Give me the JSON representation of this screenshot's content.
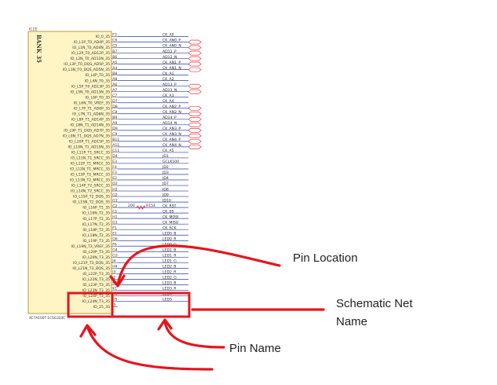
{
  "part_ref": "IC1E",
  "bank_label": "BANK 35",
  "part_number": "XC7A100T-1CSG324C",
  "rows": [
    {
      "pin_name": "IO_0_35",
      "pin_loc": "F3",
      "net": "CK_A0"
    },
    {
      "pin_name": "IO_L1P_T0_AD4P_35",
      "pin_loc": "C6",
      "net": "CK_AN0_P"
    },
    {
      "pin_name": "IO_L1N_T0_AD4N_35",
      "pin_loc": "C5",
      "net": "CK_AN0_N"
    },
    {
      "pin_name": "IO_L2P_T0_AD12P_35",
      "pin_loc": "B7",
      "net": "AD12_P"
    },
    {
      "pin_name": "IO_L2N_T0_AD12N_35",
      "pin_loc": "B6",
      "net": "AD12_N"
    },
    {
      "pin_name": "IO_L3P_T0_DQS_AD5P_35",
      "pin_loc": "A5",
      "net": "CK_AN1_P"
    },
    {
      "pin_name": "IO_L3N_T0_DQS_AD5N_35",
      "pin_loc": "A4",
      "net": "CK_AN1_N"
    },
    {
      "pin_name": "IO_L4P_T0_35",
      "pin_loc": "B8",
      "net": "CK_A1"
    },
    {
      "pin_name": "IO_L4N_T0_35",
      "pin_loc": "A8",
      "net": "CK_A2"
    },
    {
      "pin_name": "IO_L5P_T0_AD13P_35",
      "pin_loc": "A6",
      "net": "AD13_P"
    },
    {
      "pin_name": "IO_L5N_T0_AD13N_35",
      "pin_loc": "A7",
      "net": "AD13_N"
    },
    {
      "pin_name": "IO_L6P_T0_35",
      "pin_loc": "C7",
      "net": "CK_A3"
    },
    {
      "pin_name": "IO_L6N_T0_VREF_35",
      "pin_loc": "D7",
      "net": "CK_A4"
    },
    {
      "pin_name": "IO_L7P_T1_AD6P_35",
      "pin_loc": "D8",
      "net": "CK_AN2_P"
    },
    {
      "pin_name": "IO_L7N_T1_AD6N_35",
      "pin_loc": "C8",
      "net": "CK_AN2_N"
    },
    {
      "pin_name": "IO_L8P_T1_AD14P_35",
      "pin_loc": "B9",
      "net": "AD14_P"
    },
    {
      "pin_name": "IO_L8N_T1_AD14N_35",
      "pin_loc": "A9",
      "net": "AD14_N"
    },
    {
      "pin_name": "IO_L9P_T1_DQS_AD7P_35",
      "pin_loc": "D9",
      "net": "CK_AN3_P"
    },
    {
      "pin_name": "IO_L9N_T1_DQS_AD7N_35",
      "pin_loc": "C9",
      "net": "CK_AN3_N"
    },
    {
      "pin_name": "IO_L10P_T1_AD15P_35",
      "pin_loc": "B11",
      "net": "CK_AN4_P"
    },
    {
      "pin_name": "IO_L10N_T1_AD15N_35",
      "pin_loc": "A11",
      "net": "CK_AN4_N"
    },
    {
      "pin_name": "IO_L11P_T1_SRCC_35",
      "pin_loc": "C11",
      "net": "CK_A5"
    },
    {
      "pin_name": "IO_L11N_T1_SRCC_35",
      "pin_loc": "D4",
      "net": "JD1"
    },
    {
      "pin_name": "IO_L12P_T1_MRCC_35",
      "pin_loc": "E3",
      "net": "GCLK100"
    },
    {
      "pin_name": "IO_L12N_T1_MRCC_35",
      "pin_loc": "F4",
      "net": "JD2"
    },
    {
      "pin_name": "IO_L13P_T2_MRCC_35",
      "pin_loc": "F3",
      "net": "JD3"
    },
    {
      "pin_name": "IO_L13N_T2_MRCC_35",
      "pin_loc": "E2",
      "net": "JD4"
    },
    {
      "pin_name": "IO_L14P_T2_SRCC_35",
      "pin_loc": "D2",
      "net": "JD7"
    },
    {
      "pin_name": "IO_L14N_T2_SRCC_35",
      "pin_loc": "H2",
      "net": "JD8"
    },
    {
      "pin_name": "IO_L15P_T2_DQS_35",
      "pin_loc": "G2",
      "net": "JD9"
    },
    {
      "pin_name": "IO_L15N_T2_DQS_35",
      "pin_loc": "G1",
      "net": "JD10"
    },
    {
      "pin_name": "IO_L16P_T2_35",
      "pin_loc": "C2",
      "net": "CK_RST"
    },
    {
      "pin_name": "IO_L16N_T2_35",
      "pin_loc": "C1",
      "net": "CK_SS"
    },
    {
      "pin_name": "IO_L17P_T2_35",
      "pin_loc": "H1",
      "net": "CK_MOSI"
    },
    {
      "pin_name": "IO_L17N_T2_35",
      "pin_loc": "G1",
      "net": "CK_MISO"
    },
    {
      "pin_name": "IO_L18P_T2_35",
      "pin_loc": "F1",
      "net": "CK_SCK"
    },
    {
      "pin_name": "IO_L18N_T2_35",
      "pin_loc": "E1",
      "net": "LED0_B"
    },
    {
      "pin_name": "IO_L19P_T3_35",
      "pin_loc": "G6",
      "net": "LED0_R"
    },
    {
      "pin_name": "IO_L19N_T3_VREF_35",
      "pin_loc": "F6",
      "net": "LED0_G"
    },
    {
      "pin_name": "IO_L20P_T3_35",
      "pin_loc": "G4",
      "net": "LED1_B"
    },
    {
      "pin_name": "IO_L20N_T3_35",
      "pin_loc": "G3",
      "net": "LED1_R"
    },
    {
      "pin_name": "IO_L21P_T3_DQS_35",
      "pin_loc": "J4",
      "net": "LED1_G"
    },
    {
      "pin_name": "IO_L21N_T3_DQS_35",
      "pin_loc": "H4",
      "net": "LED2_B"
    },
    {
      "pin_name": "IO_L22P_T3_35",
      "pin_loc": "J3",
      "net": "LED2_R"
    },
    {
      "pin_name": "IO_L22N_T3_35",
      "pin_loc": "J2",
      "net": "LED2_G"
    },
    {
      "pin_name": "IO_L23P_T3_35",
      "pin_loc": "K2",
      "net": "LED3_B"
    },
    {
      "pin_name": "IO_L23N_T3_35",
      "pin_loc": "K1",
      "net": "LED3_R"
    },
    {
      "pin_name": "IO_L24P_T3_35",
      "pin_loc": "H6",
      "net": "LED4"
    },
    {
      "pin_name": "IO_L24N_T3_35",
      "pin_loc": "H5",
      "net": "LED5"
    },
    {
      "pin_name": "IO_25_35",
      "pin_loc": "J5",
      "net": ""
    }
  ],
  "resistor": {
    "value": "200",
    "ref": "R154",
    "row_index": 31
  },
  "annotations": {
    "pin_location": "Pin Location",
    "schematic_net_name_line1": "Schematic Net",
    "schematic_net_name_line2": "Name",
    "pin_name": "Pin Name"
  },
  "colors": {
    "bank_fill": "#fff4c4",
    "bank_stroke": "#b89a3a",
    "net_line": "#2a3f9a",
    "highlight": "#e8141c",
    "text": "#222222"
  }
}
